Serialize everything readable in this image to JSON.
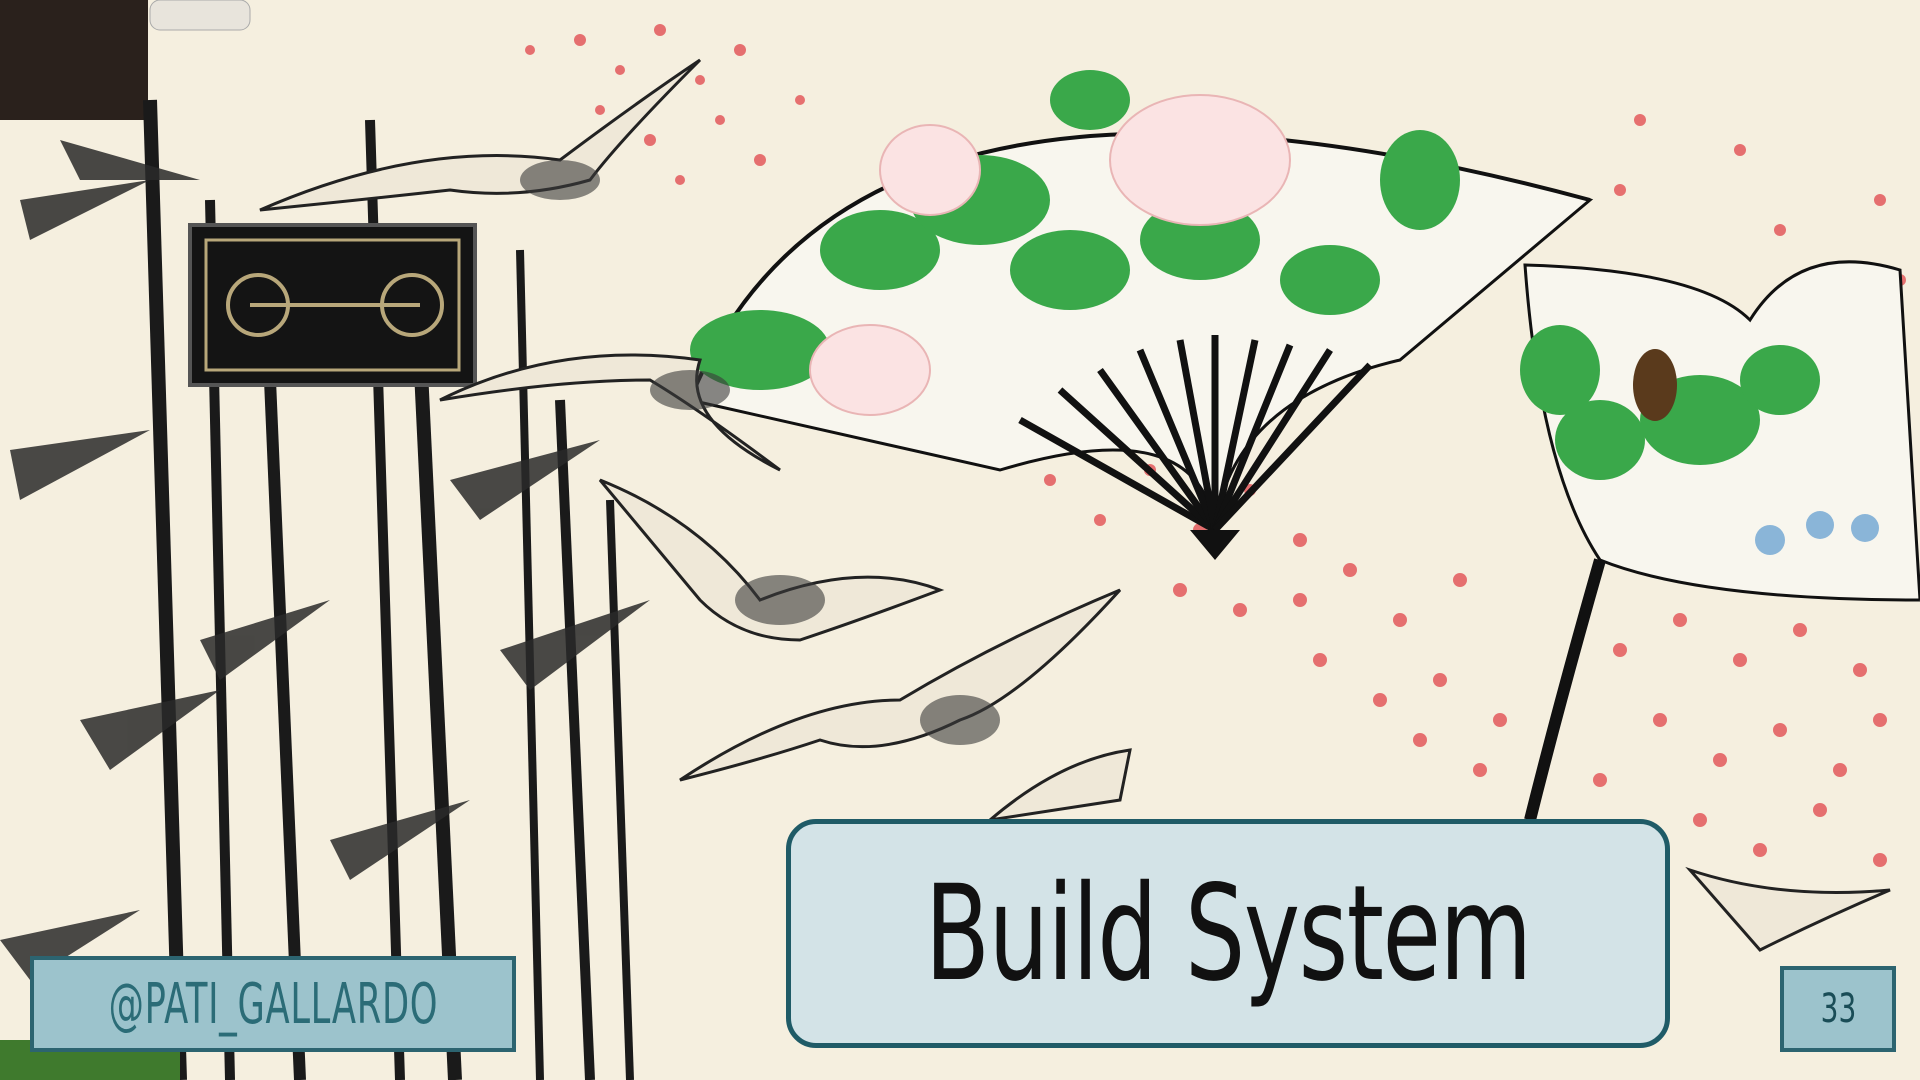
{
  "slide": {
    "title": "Build System",
    "handle": "@PATI_GALLARDO",
    "page_number": "33"
  },
  "colors": {
    "background": "#f5efdf",
    "title_box_fill": "#d3e3e7",
    "title_box_border": "#1f5b67",
    "badge_fill": "#9cc3cc",
    "badge_text": "#2b6c77",
    "ink": "#111111",
    "fan_green": "#3aa84a",
    "blossom_red": "#e0454a"
  },
  "background_art": {
    "subject": "mural-bamboo-cranes-fans"
  }
}
